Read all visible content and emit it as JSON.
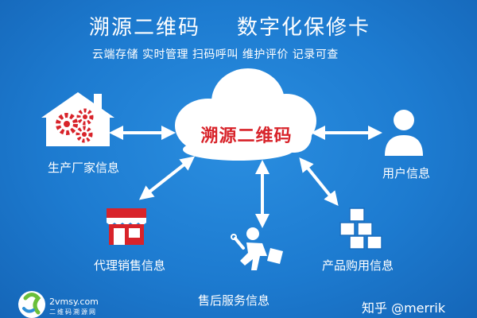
{
  "title": {
    "main": "溯源二维码",
    "sub": "数字化保修卡"
  },
  "subtitle": "云端存储  实时管理  扫码呼叫  维护评价  记录可查",
  "cloud": {
    "label": "溯源二维码"
  },
  "nodes": {
    "manufacturer": "生产厂家信息",
    "user": "用户信息",
    "agent": "代理销售信息",
    "product": "产品购用信息",
    "after_sales": "售后服务信息"
  },
  "icons": {
    "manufacturer": "factory-gears-icon",
    "user": "user-icon",
    "agent": "storefront-icon",
    "product": "boxes-icon",
    "after_sales": "repairman-icon"
  },
  "colors": {
    "background": "#1c77c9",
    "cloud_text": "#d8232a",
    "gear": "#d8232a"
  },
  "watermark": "知乎 @merrik",
  "logo": {
    "site": "2vmsy.com",
    "name": "二维码溯源网"
  }
}
